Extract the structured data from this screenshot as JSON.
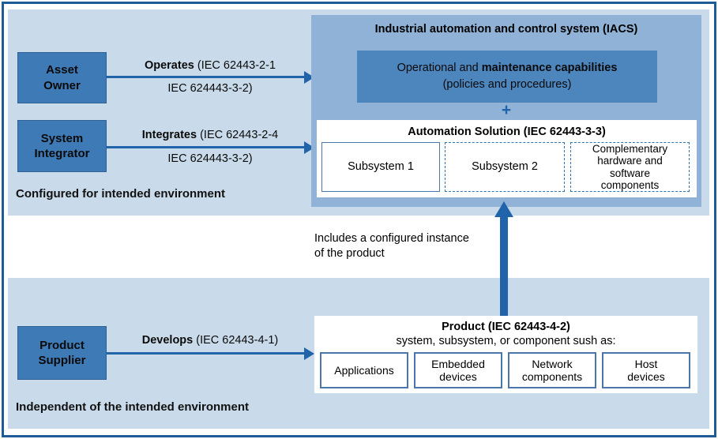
{
  "colors": {
    "frame_border": "#1e5c97",
    "panel_bg": "#c9dbea",
    "actor_box_bg": "#3e7ab6",
    "iacs_bg": "#8fb2d6",
    "ops_bg": "#4d85bd",
    "arrow_blue": "#2264aa",
    "solid_box_border": "#4a76ac",
    "dashed_box_border": "#2e74b5"
  },
  "top_panel": {
    "caption": "Configured for intended environment",
    "asset_owner_label": "Asset\nOwner",
    "system_integrator_label": "System\nIntegrator",
    "operates": {
      "verb": "Operates",
      "ref": " (IEC 62443-2-1",
      "ref2": "IEC 624443-3-2)"
    },
    "integrates": {
      "verb": "Integrates",
      "ref": " (IEC 62443-2-4",
      "ref2": "IEC 624443-3-2)"
    },
    "iacs": {
      "title": "Industrial automation and control system (IACS)",
      "ops_line1_regular": "Operational and ",
      "ops_line1_bold": "maintenance capabilities",
      "ops_line2": "(policies and procedures)",
      "plus": "+",
      "automation_title": "Automation Solution (IEC 62443-3-3)",
      "subsystem1": "Subsystem 1",
      "subsystem2": "Subsystem 2",
      "complementary": "Complementary hardware and software components"
    }
  },
  "middle_note": "Includes a configured instance\nof the product",
  "bottom_panel": {
    "caption": "Independent of the intended environment",
    "product_supplier_label": "Product\nSupplier",
    "develops": {
      "verb": "Develops",
      "ref": " (IEC 62443-4-1)"
    },
    "product": {
      "title": "Product (IEC 62443-4-2)",
      "subtitle": "system, subsystem, or component sush as:",
      "components": [
        "Applications",
        "Embedded\ndevices",
        "Network\ncomponents",
        "Host\ndevices"
      ]
    }
  }
}
